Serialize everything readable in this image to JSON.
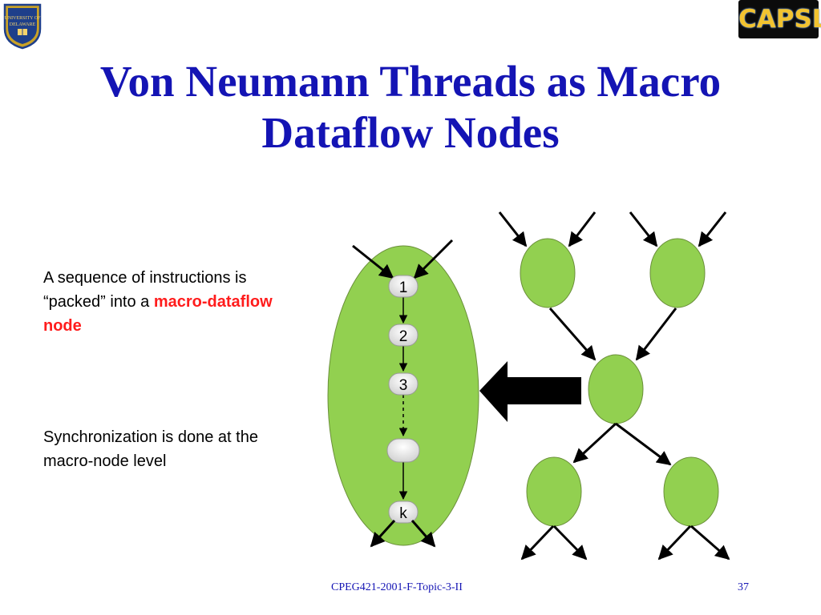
{
  "header": {
    "university_logo": {
      "icon": "university-of-delaware-seal",
      "text_lines": [
        "UNIVERSITY OF",
        "DELAWARE"
      ]
    },
    "lab_logo": {
      "icon": "capsl-logo",
      "text": "CAPSL"
    }
  },
  "slide": {
    "title_line1": "Von Neumann Threads as Macro",
    "title_line2": "Dataflow Nodes"
  },
  "notes": {
    "note1_part1": "A sequence of instructions is “packed” into a ",
    "note1_highlight": "macro-dataflow node",
    "note2": "Synchronization is done at the macro-node level"
  },
  "diagram": {
    "macro_node_labels": [
      "1",
      "2",
      "3",
      "",
      "k"
    ],
    "colors": {
      "node_fill": "#92d050",
      "node_stroke": "#6a8f3a",
      "instruction_fill": "#f2f2f2",
      "arrow": "#000000",
      "highlight": "#ff1c1c",
      "title": "#1414b4"
    }
  },
  "footer": {
    "course": "CPEG421-2001-F-Topic-3-II",
    "page": "37"
  }
}
